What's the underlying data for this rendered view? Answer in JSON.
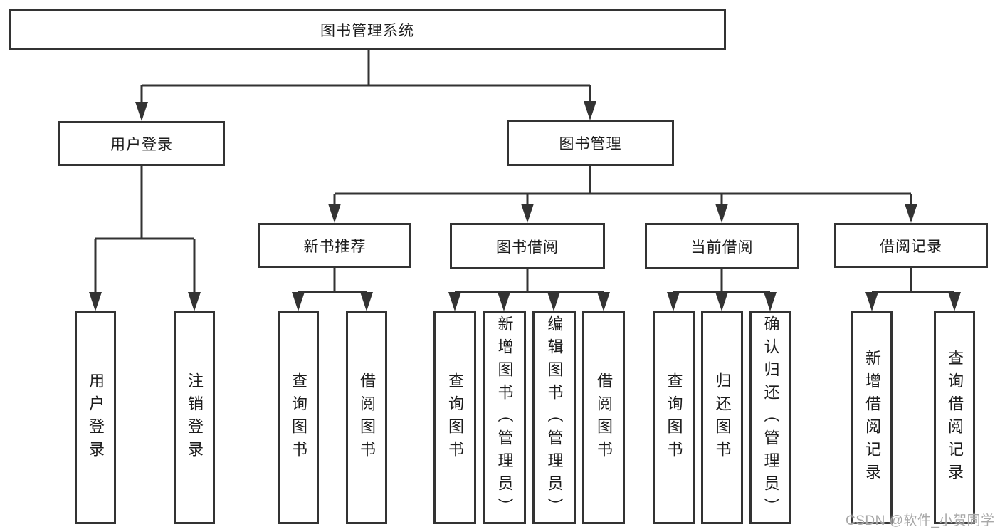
{
  "diagram": {
    "title": "图书管理系统",
    "nodes": {
      "root": "图书管理系统",
      "user_login": "用户登录",
      "book_management": "图书管理",
      "new_book_recommend": "新书推荐",
      "book_borrow": "图书借阅",
      "current_borrow": "当前借阅",
      "borrow_record": "借阅记录"
    },
    "leaves": {
      "user_login": [
        "用户登录",
        "注销登录"
      ],
      "new_book_recommend": [
        "查询图书",
        "借阅图书"
      ],
      "book_borrow": [
        "查询图书",
        "新增图书（管理员）",
        "编辑图书（管理员）",
        "借阅图书"
      ],
      "current_borrow": [
        "查询图书",
        "归还图书",
        "确认归还（管理员）"
      ],
      "borrow_record": [
        "新增借阅记录",
        "查询借阅记录"
      ]
    }
  },
  "watermark": {
    "text": "CSDN @软件_小贺同学"
  },
  "colors": {
    "line": "#333333",
    "text": "#1c1c1c",
    "watermark": "#a8a8a8",
    "background": "#ffffff"
  }
}
